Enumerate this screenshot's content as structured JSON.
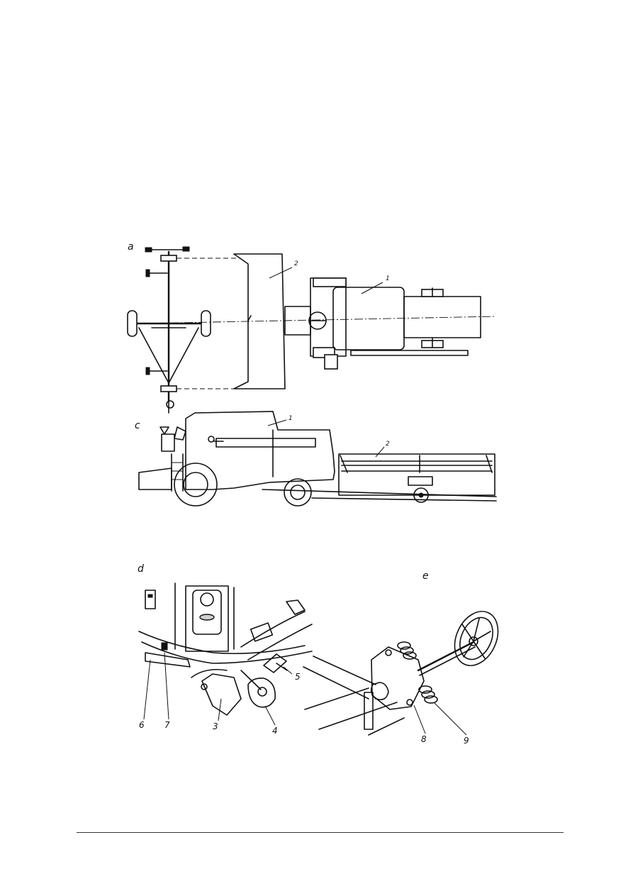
{
  "panels": {
    "a": {
      "label": "a",
      "callouts": [
        "2",
        "1"
      ]
    },
    "c": {
      "label": "c",
      "callouts": [
        "1",
        "2"
      ]
    },
    "d": {
      "label": "d",
      "callouts": [
        "6",
        "7",
        "3",
        "4",
        "5"
      ]
    },
    "e": {
      "label": "e",
      "callouts": [
        "8",
        "9"
      ]
    }
  }
}
